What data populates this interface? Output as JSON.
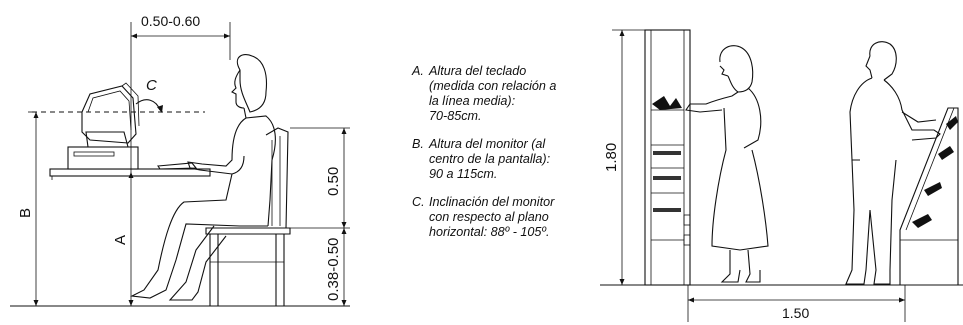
{
  "dimensions": {
    "desk_reach": "0.50-0.60",
    "angle_label": "C",
    "height_b": "B",
    "height_a": "A",
    "seat_to_desk": "0.50",
    "seat_height": "0.38-0.50",
    "shelf_height": "1.80",
    "aisle_width": "1.50"
  },
  "notes": [
    {
      "letter": "A.",
      "text": "Altura del teclado\n(medida con relación a\nla línea media):\n70-85cm."
    },
    {
      "letter": "B.",
      "text": "Altura del monitor (al\ncentro  de la pantalla):\n90 a 115cm."
    },
    {
      "letter": "C.",
      "text": "Inclinación del monitor\ncon respecto al plano\nhorizontal: 88º - 105º."
    }
  ]
}
